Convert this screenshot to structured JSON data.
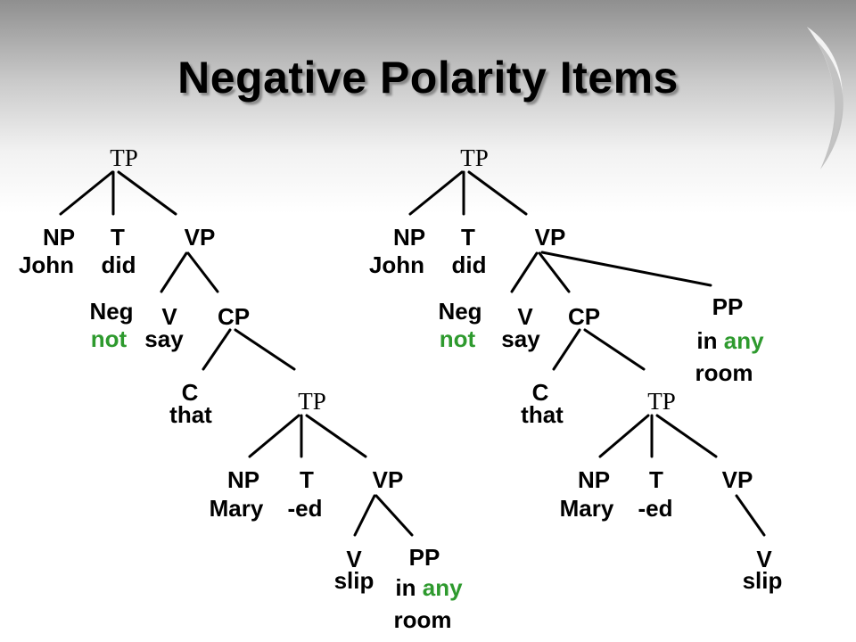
{
  "title": "Negative Polarity Items",
  "colors": {
    "highlight": "#2e9a2e",
    "text": "#000000"
  },
  "left_tree": {
    "tp_root": "TP",
    "np": "NP",
    "np_word": "John",
    "t": "T",
    "t_word": "did",
    "vp": "VP",
    "neg": "Neg",
    "neg_word": "not",
    "v": "V",
    "v_word": "say",
    "cp": "CP",
    "c": "C",
    "c_word": "that",
    "tp_inner": "TP",
    "np2": "NP",
    "np2_word": "Mary",
    "t2": "T",
    "t2_word": "-ed",
    "vp2": "VP",
    "v2": "V",
    "v2_word": "slip",
    "pp": "PP",
    "pp_in": "in",
    "pp_any": "any",
    "pp_room": "room"
  },
  "right_tree": {
    "tp_root": "TP",
    "np": "NP",
    "np_word": "John",
    "t": "T",
    "t_word": "did",
    "vp": "VP",
    "neg": "Neg",
    "neg_word": "not",
    "v": "V",
    "v_word": "say",
    "cp": "CP",
    "pp": "PP",
    "pp_in": "in",
    "pp_any": "any",
    "pp_room": "room",
    "c": "C",
    "c_word": "that",
    "tp_inner": "TP",
    "np2": "NP",
    "np2_word": "Mary",
    "t2": "T",
    "t2_word": "-ed",
    "vp2": "VP",
    "v2": "V",
    "v2_word": "slip"
  }
}
